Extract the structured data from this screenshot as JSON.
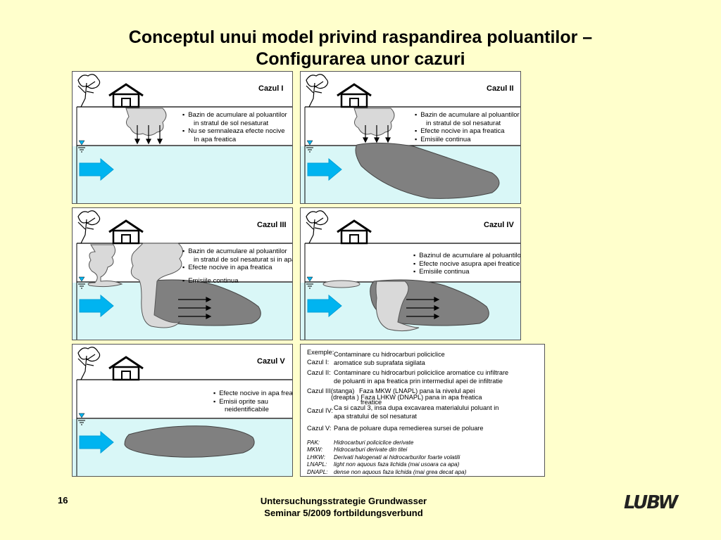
{
  "title": {
    "line1": "Conceptul unui model privind raspandirea poluantilor –",
    "line2": "Configurarea unor cazuri"
  },
  "cases": {
    "c1": {
      "title": "Cazul I",
      "bullets": [
        "Bazin de acumulare al poluantilor",
        "in stratul de sol nesaturat",
        "Nu se semnaleaza efecte nocive",
        "In apa freatica"
      ]
    },
    "c2": {
      "title": "Cazul II",
      "bullets": [
        "Bazin de acumulare al poluantilor",
        "in stratul de sol nesaturat",
        "Efecte nocive in apa freatica",
        "Emisiile continua"
      ]
    },
    "c3": {
      "title": "Cazul III",
      "bullets": [
        "Bazin de acumulare al poluantilor",
        "in stratul de sol nesaturat si in apa freatica",
        "Efecte nocive in apa freatica",
        "Emisiile continua"
      ]
    },
    "c4": {
      "title": "Cazul IV",
      "bullets": [
        "Bazinul de acumulare al poluantilor in apa freatica",
        "Efecte nocive asupra  apei freatice",
        "Emisiile continua"
      ]
    },
    "c5": {
      "title": "Cazul V",
      "bullets": [
        "Efecte nocive in apa freatica",
        "Emisii oprite sau",
        "neidentificabile"
      ]
    }
  },
  "examples": {
    "title": "Exemple:",
    "rows": [
      {
        "label": "Cazul I:",
        "lines": [
          "Contaminare cu hidrocarburi policiclice",
          "aromatice sub suprafata sigilata"
        ]
      },
      {
        "label": "Cazul II:",
        "lines": [
          "Contaminare cu hidrocarburi policiclice aromatice cu infiltrare",
          "de poluanti in apa freatica prin intermediul apei de infiltratie"
        ]
      },
      {
        "label": "Cazul III(stanga)",
        "lines": [
          " Faza MKW (LNAPL) pana la nivelul apei",
          "(dreapta ) Faza LHKW (DNAPL) pana in apa freatica",
          "freatice"
        ]
      },
      {
        "label": "Cazul IV:",
        "lines": [
          "Ca si cazul 3, insa dupa excavarea materialului poluant in",
          "apa stratului de sol nesaturat"
        ]
      },
      {
        "label": "Cazul V:",
        "lines": [
          "Pana de poluare  dupa remedierea sursei de poluare"
        ]
      }
    ],
    "abbreviations": [
      {
        "abbr": "PAK:",
        "text": "Hidrocarburi policiclice derivate"
      },
      {
        "abbr": "MKW:",
        "text": "Hidrocarburi derivate din titei"
      },
      {
        "abbr": "LHKW:",
        "text": "Derivati halogenati ai hidrocarburilor foarte volatili"
      },
      {
        "abbr": "LNAPL:",
        "text": "light non aquous faza     lichida (mai usoara ca apa)"
      },
      {
        "abbr": "DNAPL:",
        "text": "dense non aquous faza     lichida (mai grea decat apa)"
      }
    ]
  },
  "footer": {
    "page_number": "16",
    "line1": "Untersuchungsstrategie Grundwasser",
    "line2": "Seminar 5/2009 fortbildungsverbund",
    "logo": "LUBW"
  },
  "colors": {
    "background": "#ffffcc",
    "groundwater": "#d9f7f7",
    "flow_arrow": "#00b4f0",
    "plume_dark": "#808080",
    "source_light": "#d9d9d9"
  }
}
